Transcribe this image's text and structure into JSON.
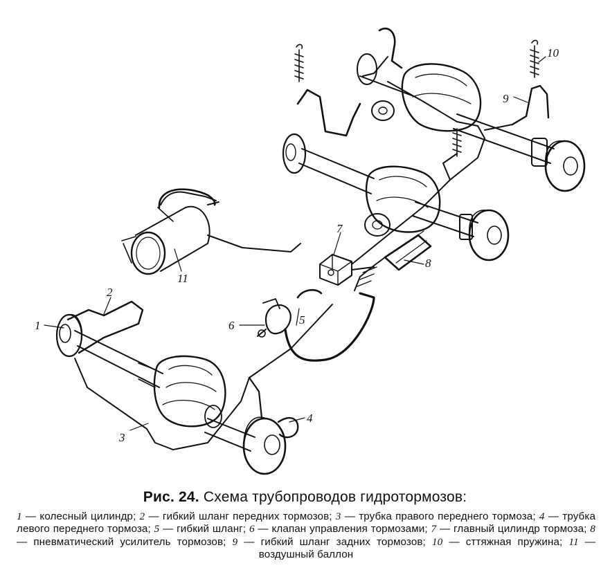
{
  "figure": {
    "labels": [
      "1",
      "2",
      "3",
      "4",
      "5",
      "6",
      "7",
      "8",
      "9",
      "10",
      "11"
    ]
  },
  "caption": {
    "prefix": "Рис. 24.",
    "title": "Схема трубопроводов гидротормозов:"
  },
  "legend": [
    {
      "num": "1",
      "text": "колесный цилиндр;"
    },
    {
      "num": "2",
      "text": "гибкий шланг передних тормозов;"
    },
    {
      "num": "3",
      "text": "трубка правого переднего тормоза;"
    },
    {
      "num": "4",
      "text": "трубка левого переднего тормоза;"
    },
    {
      "num": "5",
      "text": "гибкий шланг;"
    },
    {
      "num": "6",
      "text": "клапан управления тормозами;"
    },
    {
      "num": "7",
      "text": "главный цилиндр тормоза;"
    },
    {
      "num": "8",
      "text": "пневматический усилитель тормозов;"
    },
    {
      "num": "9",
      "text": "гибкий шланг задних тормозов;"
    },
    {
      "num": "10",
      "text": "сттяжная пружина;"
    },
    {
      "num": "11",
      "text": "воздушный баллон"
    }
  ]
}
